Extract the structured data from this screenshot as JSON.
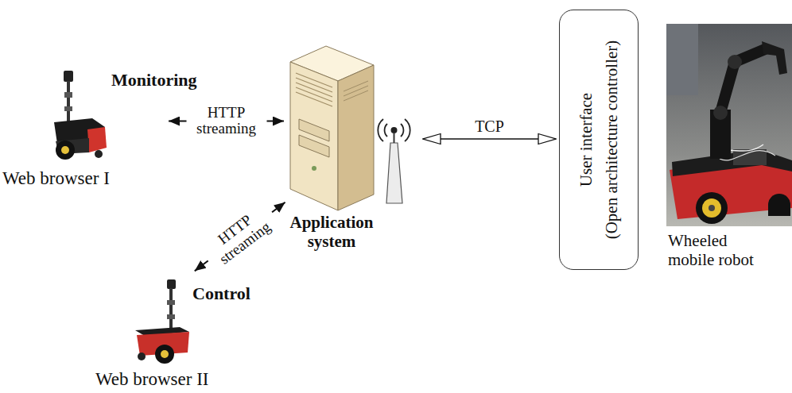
{
  "diagram": {
    "nodes": [
      {
        "text": [
          "Monitoring",
          "Web browser I"
        ]
      },
      {
        "text": [
          "Application system"
        ]
      },
      {
        "text": [
          "User interface",
          "(Open architecture controller)"
        ]
      },
      {
        "text": [
          "Wheeled mobile robot"
        ]
      },
      {
        "text": [
          "Control",
          "Web browser II"
        ]
      }
    ],
    "edges": [
      {
        "from": 0,
        "to": 1,
        "label": "HTTP streaming",
        "arrow": "both"
      },
      {
        "from": 4,
        "to": 1,
        "label": "HTTP streaming",
        "arrow": "both"
      },
      {
        "from": 1,
        "to": 2,
        "label": "TCP",
        "arrow": "both"
      }
    ]
  }
}
